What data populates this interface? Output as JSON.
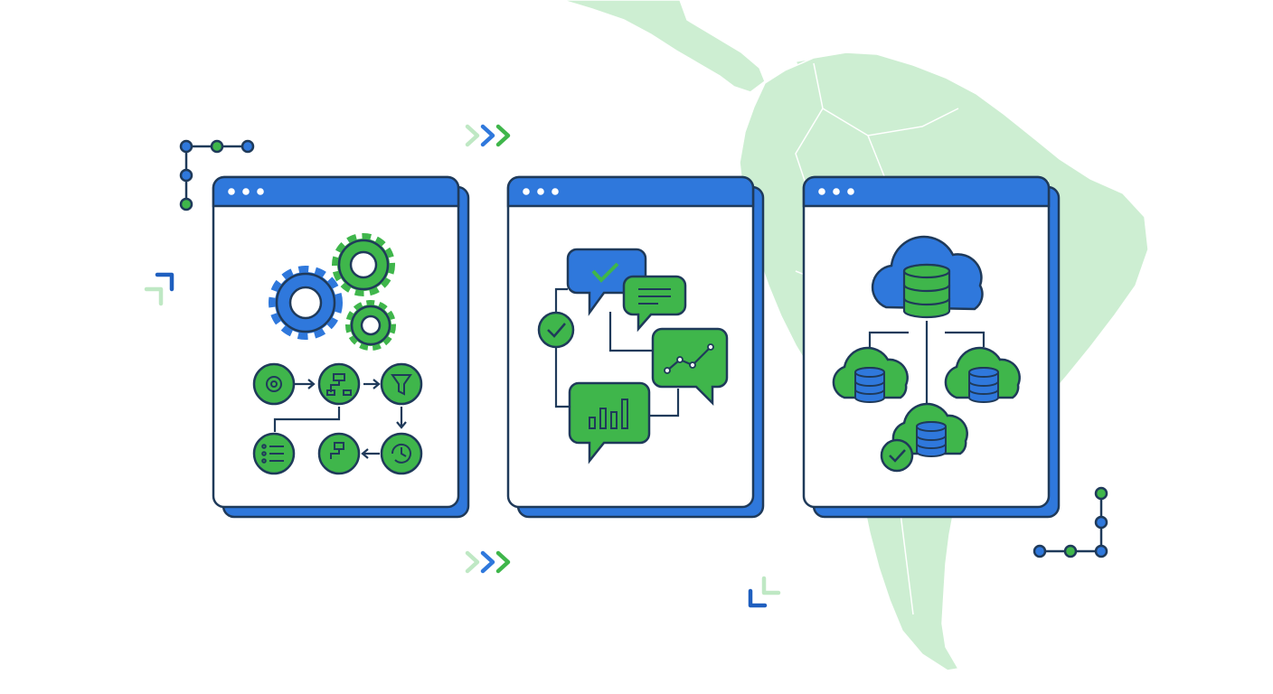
{
  "colors": {
    "blue": "#2f78dc",
    "blue_dark": "#1f5fbf",
    "green": "#3fb64b",
    "green_light": "#bfe8c4",
    "navy": "#1f3a5a",
    "map": "#cdeed2",
    "map_border": "#ffffff",
    "white": "#ffffff"
  },
  "decorations": {
    "background_map": "map-south-america",
    "arrows": [
      "chevrons-right-icon",
      "chevrons-right-icon",
      "corner-arrow-icon",
      "corner-arrow-icon"
    ],
    "connectors": [
      "node-connector-icon",
      "node-connector-icon"
    ]
  },
  "panels": [
    {
      "id": "automation",
      "window_dots": 3,
      "illustration": [
        "gears-icon",
        "workflow-diagram-icon"
      ],
      "workflow_steps": [
        "settings-icon",
        "hierarchy-icon",
        "filter-icon",
        "refresh-clock-icon",
        "org-chart-icon",
        "checklist-icon"
      ]
    },
    {
      "id": "communication",
      "window_dots": 3,
      "illustration": [
        "check-circle-icon",
        "chat-bubbles-icon"
      ],
      "bubbles": [
        "check-bubble-icon",
        "text-bubble-icon",
        "line-chart-bubble-icon",
        "bar-chart-bubble-icon"
      ]
    },
    {
      "id": "cloud-data",
      "window_dots": 3,
      "illustration": [
        "cloud-database-icon"
      ],
      "nodes": [
        "cloud-database-icon",
        "cloud-database-icon",
        "cloud-database-icon",
        "check-circle-icon"
      ]
    }
  ]
}
